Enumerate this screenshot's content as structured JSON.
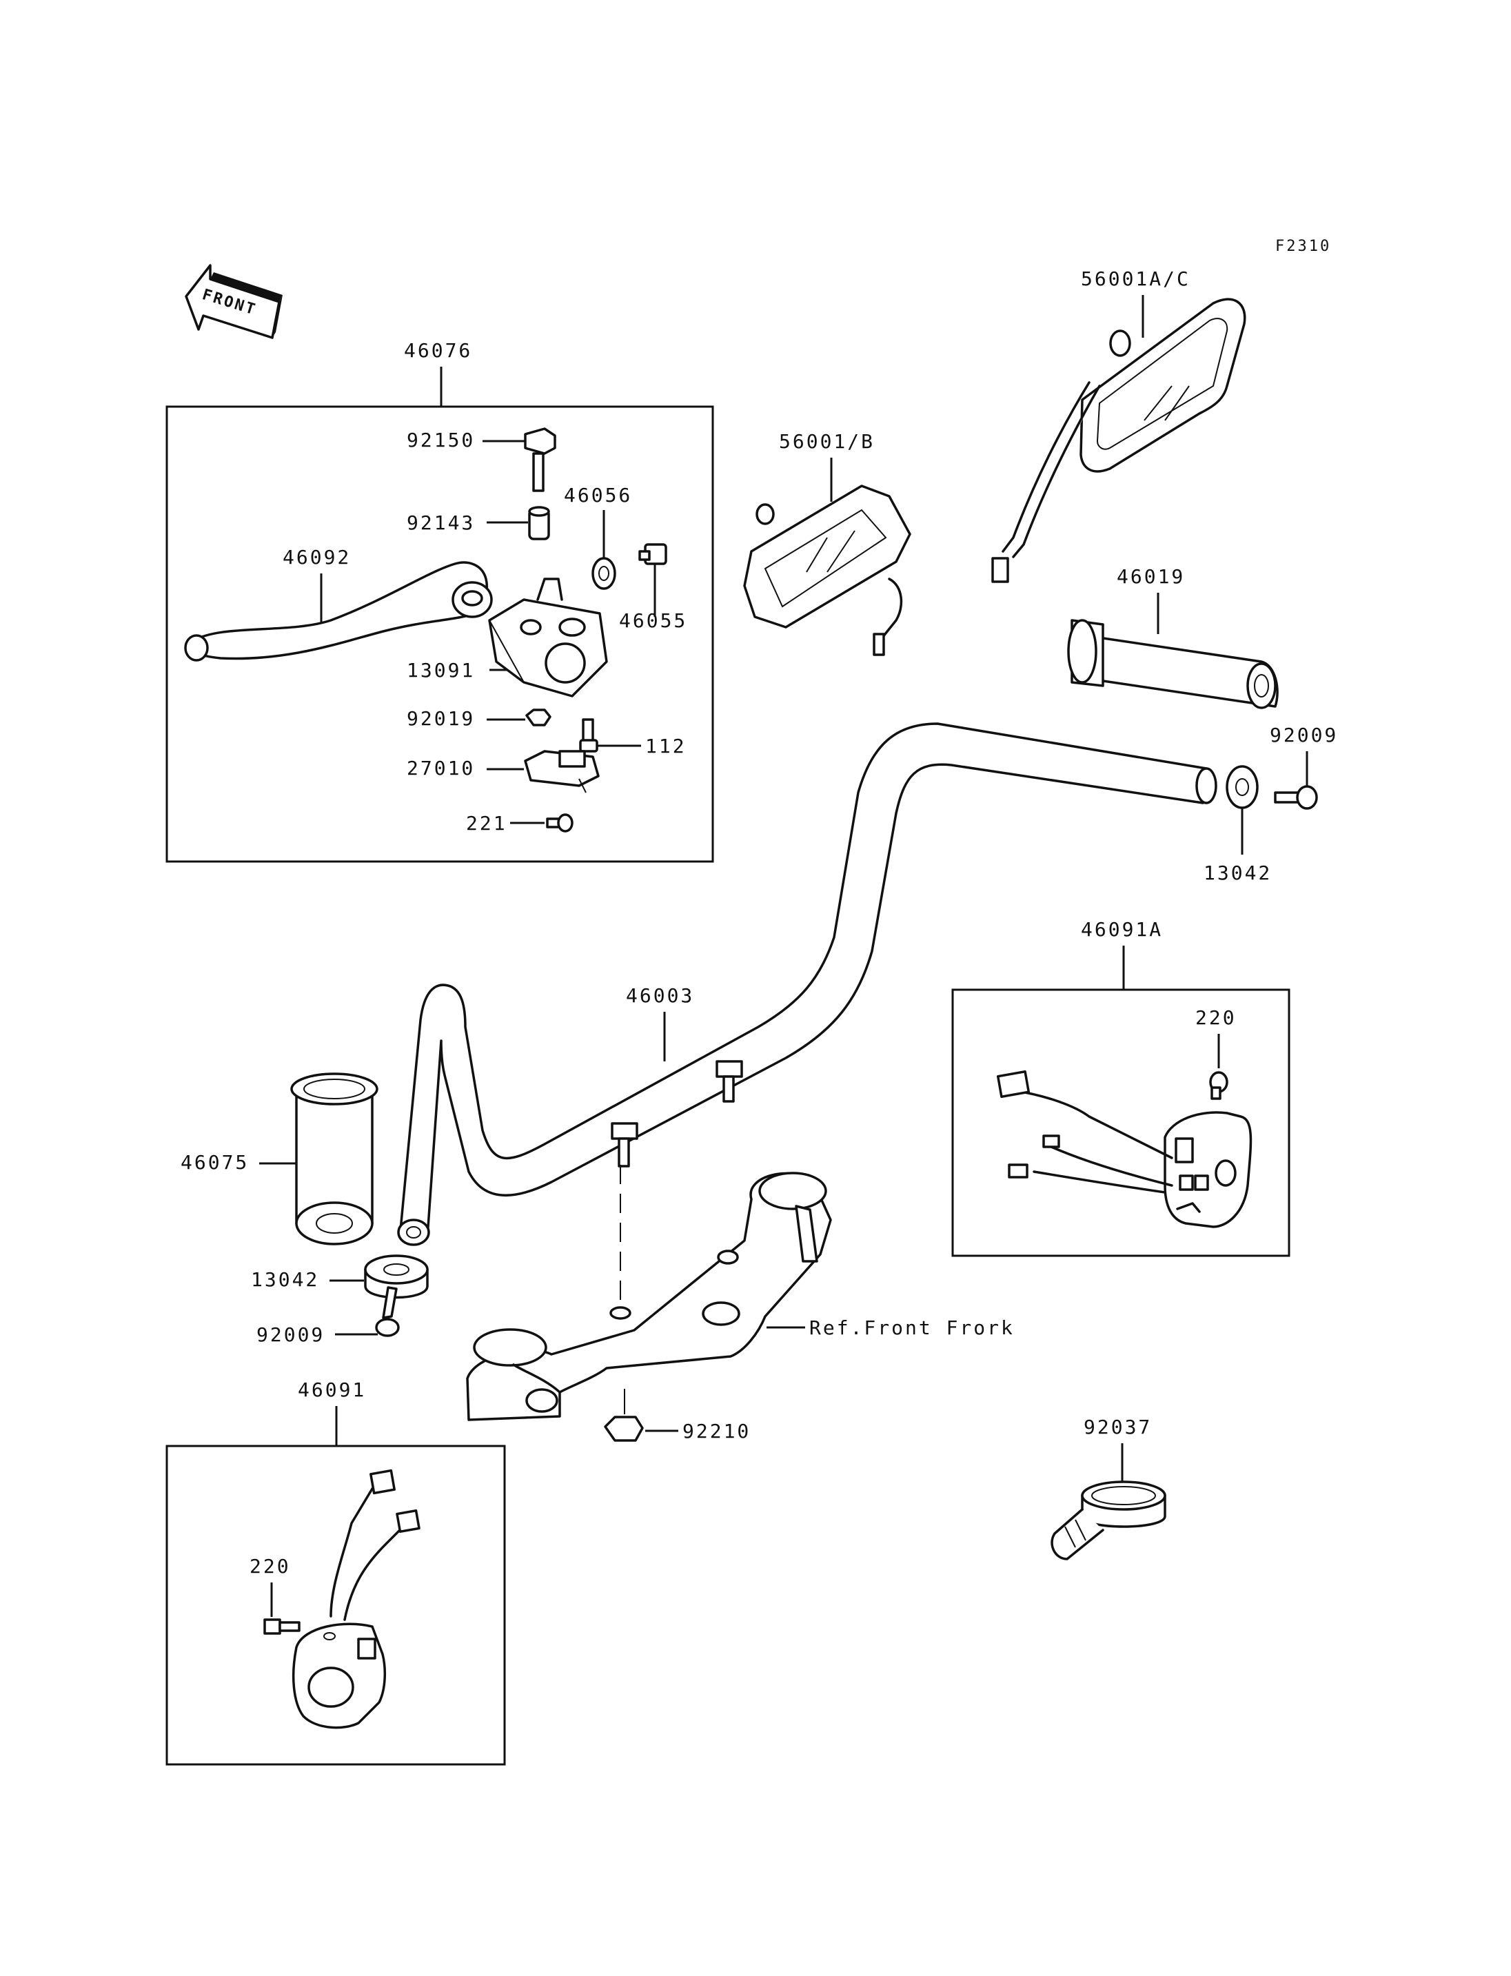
{
  "figure_code": "F2310",
  "front_label": "FRONT",
  "reference_note": "Ref.Front Frork",
  "parts": {
    "p46076": "46076",
    "p92150": "92150",
    "p92143": "92143",
    "p46056": "46056",
    "p46055": "46055",
    "p46092": "46092",
    "p13091": "13091",
    "p92019": "92019",
    "p112": "112",
    "p27010": "27010",
    "p221": "221",
    "p56001B": "56001/B",
    "p56001AC": "56001A/C",
    "p46019": "46019",
    "p92009_r": "92009",
    "p13042_r": "13042",
    "p46091A": "46091A",
    "p220_r": "220",
    "p46003": "46003",
    "p46075": "46075",
    "p13042_l": "13042",
    "p92009_l": "92009",
    "p46091": "46091",
    "p220_l": "220",
    "p92210": "92210",
    "p92037": "92037"
  }
}
